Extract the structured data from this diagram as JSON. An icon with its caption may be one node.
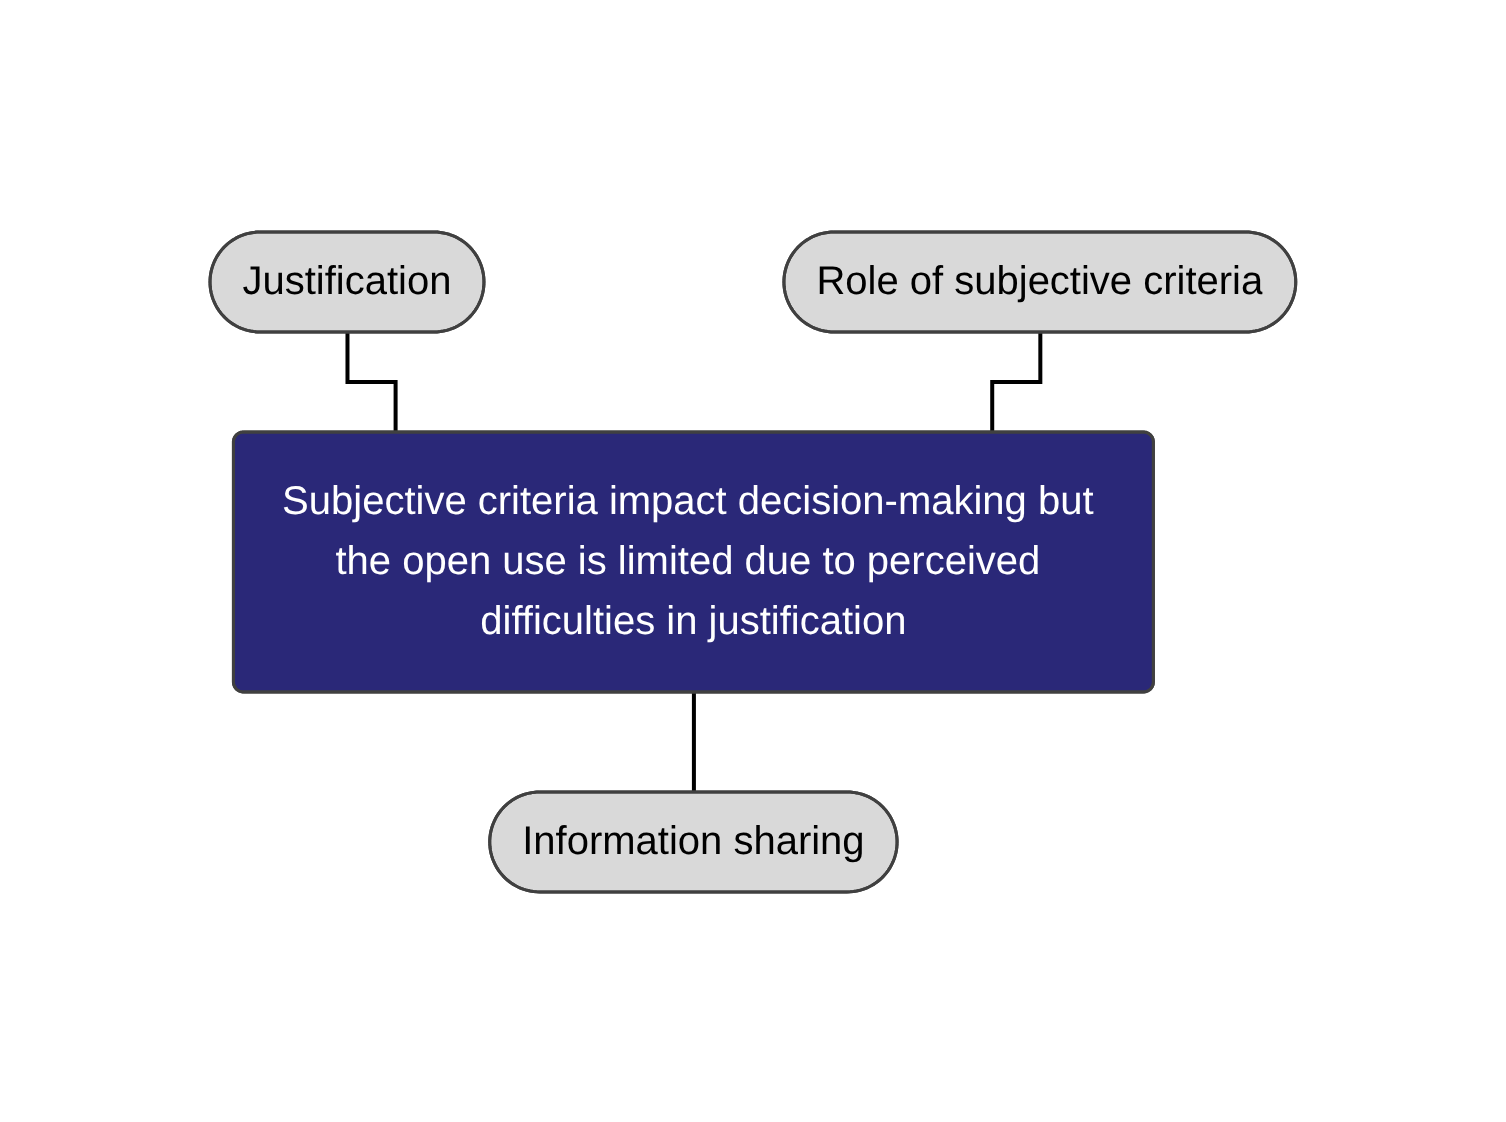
{
  "diagram": {
    "nodes": [
      {
        "text": [
          "Justification"
        ]
      },
      {
        "text": [
          "Role of subjective criteria"
        ]
      },
      {
        "text": [
          "Subjective criteria impact decision-making but the open use is limited due to perceived difficulties in justification"
        ]
      },
      {
        "text": [
          "Information sharing"
        ]
      }
    ],
    "edges": [
      {
        "from": 0,
        "to": 2,
        "arrow": "none"
      },
      {
        "from": 1,
        "to": 2,
        "arrow": "none"
      },
      {
        "from": 2,
        "to": 3,
        "arrow": "none"
      }
    ]
  }
}
